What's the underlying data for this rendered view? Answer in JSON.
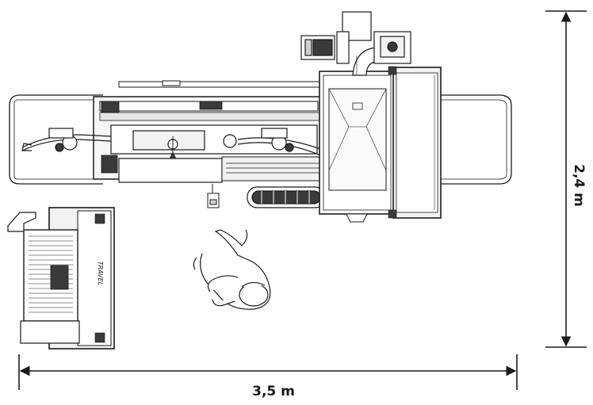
{
  "dimensions": {
    "width_label": "3,5 m",
    "height_label": "2,4 m"
  },
  "side_unit": {
    "brand_text": "TRAVEL"
  },
  "colors": {
    "line": "#1a1a1a",
    "fill_light": "#f2f2f2",
    "fill_mid": "#d0d0d0",
    "fill_dark": "#3a3a3a",
    "background": "#ffffff"
  }
}
